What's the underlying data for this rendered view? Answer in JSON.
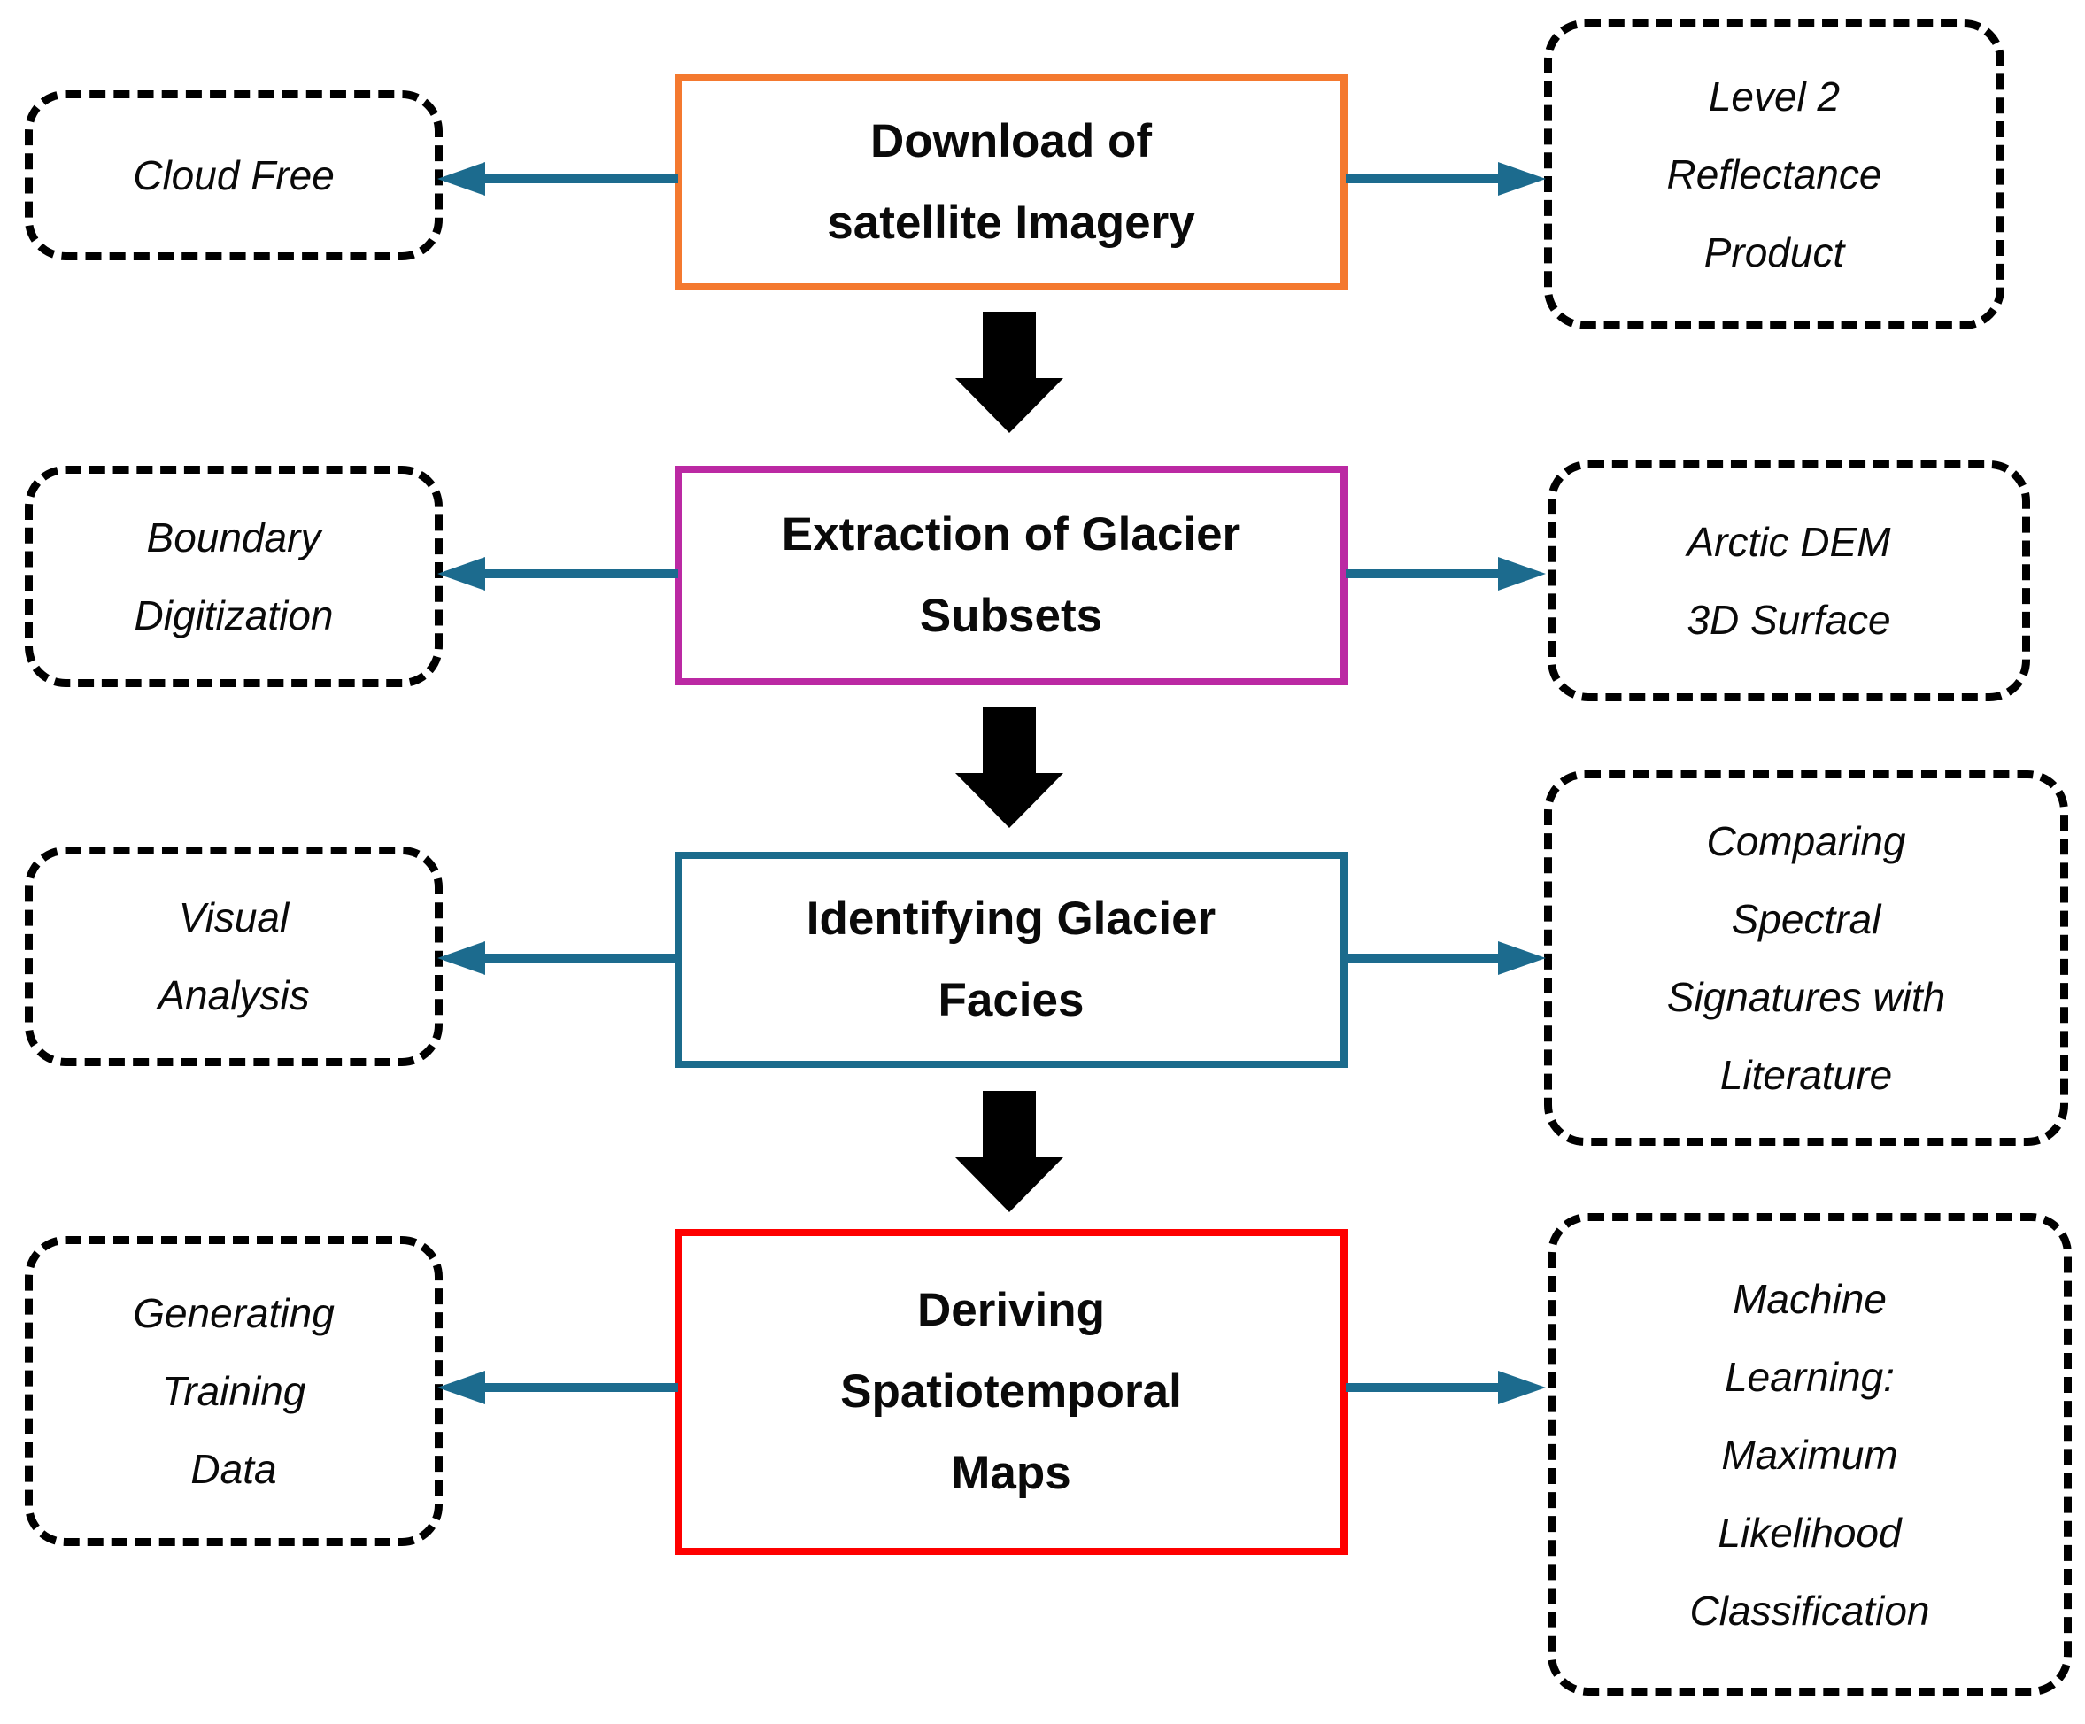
{
  "figure": {
    "background": "#ffffff",
    "arrow_color": "#1C6B8E",
    "down_arrow_color": "#000000",
    "dashed_border_color": "#000000"
  },
  "rows": [
    {
      "left": {
        "label": "Cloud Free"
      },
      "center": {
        "label": "Download of\nsatellite Imagery",
        "border_color": "#F4792F"
      },
      "right": {
        "label": "Level 2\nReflectance\nProduct"
      }
    },
    {
      "left": {
        "label": "Boundary\nDigitization"
      },
      "center": {
        "label": "Extraction of Glacier\nSubsets",
        "border_color": "#BB29A3"
      },
      "right": {
        "label": "Arctic DEM\n3D Surface"
      }
    },
    {
      "left": {
        "label": "Visual\nAnalysis"
      },
      "center": {
        "label": "Identifying Glacier\nFacies",
        "border_color": "#1B6B8C"
      },
      "right": {
        "label": "Comparing\nSpectral\nSignatures with\nLiterature"
      }
    },
    {
      "left": {
        "label": "Generating\nTraining\nData"
      },
      "center": {
        "label": "Deriving\nSpatiotemporal\nMaps",
        "border_color": "#FE0000"
      },
      "right": {
        "label": "Machine\nLearning:\nMaximum\nLikelihood\nClassification"
      }
    }
  ]
}
